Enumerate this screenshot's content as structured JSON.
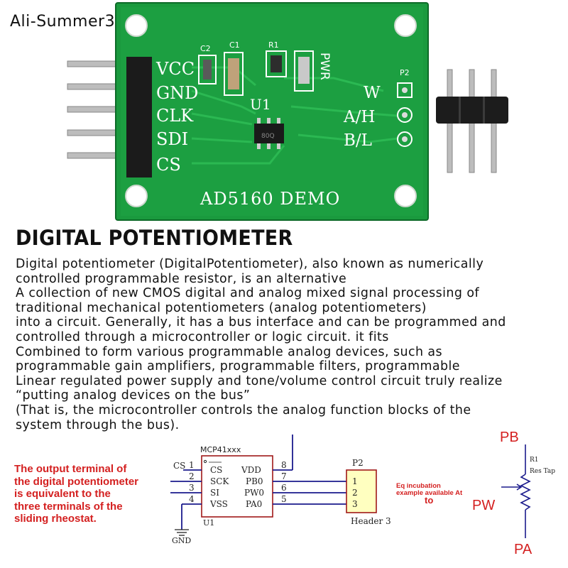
{
  "watermark": "Ali-Summer3",
  "board": {
    "pins_left": [
      "VCC",
      "GND",
      "CLK",
      "SDI",
      "CS"
    ],
    "components": [
      "C2",
      "C1",
      "R1",
      "PWR"
    ],
    "chip_ref": "U1",
    "chip_marking": "80Q",
    "header_ref": "P2",
    "pins_right": [
      "W",
      "A/H",
      "B/L"
    ],
    "title": "AD5160 DEMO",
    "colors": {
      "pcb": "#1a9a3e",
      "silk": "#ffffff",
      "pin_metal": "#b8b8b8",
      "header_body": "#1c1c1c"
    }
  },
  "heading": "DIGITAL POTENTIOMETER",
  "description": [
    "Digital potentiometer (DigitalPotentiometer), also known as numerically",
    "controlled programmable resistor, is an alternative",
    "A collection of new CMOS digital and analog mixed signal processing of",
    "traditional mechanical potentiometers (analog potentiometers)",
    "into a circuit. Generally, it has a bus interface and can be programmed and",
    "controlled through a microcontroller or logic circuit. it fits",
    "Combined to form various programmable analog devices, such as",
    "programmable gain amplifiers, programmable filters, programmable",
    "Linear regulated power supply and tone/volume control circuit truly realize",
    "“putting analog devices on the bus”",
    "(That is, the microcontroller controls the analog function blocks of the",
    "system through the bus)."
  ],
  "note": [
    "The output terminal of",
    "the digital potentiometer",
    "is equivalent to the",
    "three terminals of the",
    "sliding rheostat."
  ],
  "schematic": {
    "chip_label": "MCP41xxx",
    "chip_ref": "U1",
    "left_pins": [
      {
        "num": "1",
        "name": "CS"
      },
      {
        "num": "2",
        "name": "SCK"
      },
      {
        "num": "3",
        "name": "SI"
      },
      {
        "num": "4",
        "name": "VSS"
      }
    ],
    "right_pins": [
      {
        "num": "8",
        "name": "VDD"
      },
      {
        "num": "7",
        "name": "PB0"
      },
      {
        "num": "6",
        "name": "PW0"
      },
      {
        "num": "5",
        "name": "PA0"
      }
    ],
    "net_cs": "CS",
    "ground_label": "GND",
    "header_ref": "P2",
    "header_label": "Header 3",
    "header_pins": [
      "1",
      "2",
      "3"
    ],
    "eq_note_line1": "Eq incubation",
    "eq_note_line2": "example available At",
    "eq_to": "to",
    "rheostat_ref": "R1",
    "rheostat_value": "Res Tap",
    "terminal_top": "PB",
    "terminal_mid": "PW",
    "terminal_bottom": "PA",
    "colors": {
      "wire_blue": "#1a1a8c",
      "chip_red": "#a01818",
      "header_fill": "#ffffc0",
      "label_red": "#d42020"
    }
  }
}
